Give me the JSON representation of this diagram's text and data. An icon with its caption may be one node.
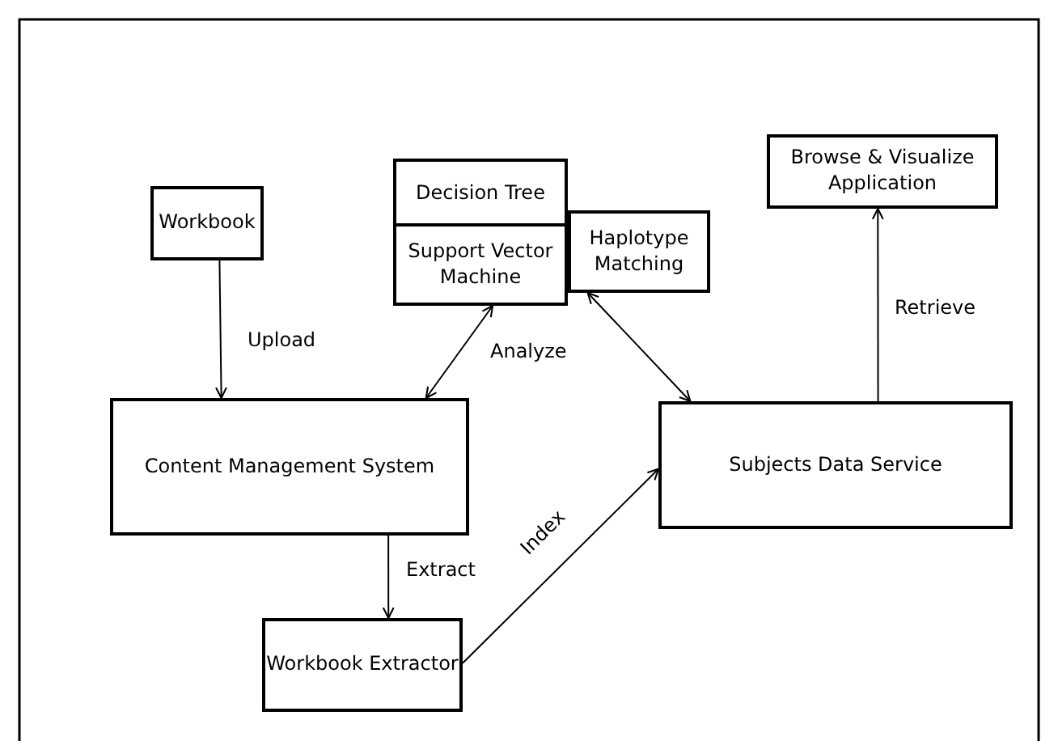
{
  "diagram": {
    "nodes": [
      {
        "text": [
          "Workbook"
        ]
      },
      {
        "text": [
          "Decision Tree"
        ]
      },
      {
        "text": [
          "Haplotype Matching"
        ]
      },
      {
        "text": [
          "Support Vector Machine"
        ]
      },
      {
        "text": [
          "Browse  & Visualize Application"
        ]
      },
      {
        "text": [
          "Content Management System"
        ]
      },
      {
        "text": [
          "Subjects Data Service"
        ]
      },
      {
        "text": [
          "Workbook Extractor"
        ]
      }
    ],
    "edges": [
      {
        "from": 0,
        "to": 5,
        "arrow": "to",
        "label": "Upload"
      },
      {
        "from": 3,
        "to": 5,
        "arrow": "both"
      },
      {
        "from": 2,
        "to": 6,
        "arrow": "both"
      },
      {
        "from": 5,
        "to": 7,
        "arrow": "to",
        "label": "Extract"
      },
      {
        "from": 7,
        "to": 6,
        "arrow": "to",
        "label": "Index"
      },
      {
        "from": 6,
        "to": 4,
        "arrow": "to",
        "label": "Retrieve"
      }
    ],
    "labels": [
      "Analyze"
    ]
  }
}
